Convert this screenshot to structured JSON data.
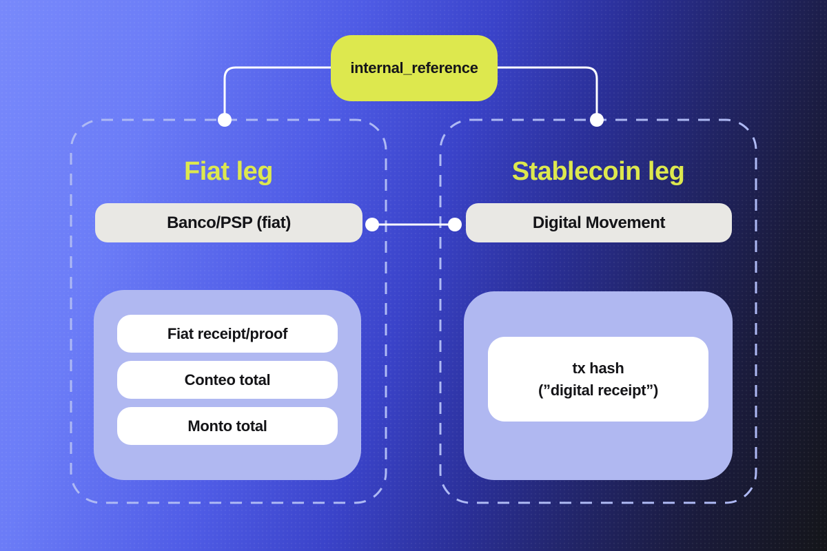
{
  "colors": {
    "accent_yellow": "#dde84e",
    "background_left": "#7889fb",
    "background_right": "#141519",
    "panel_fill_purple": "#b0b8f1",
    "bar_fill_gray": "#e9e8e4",
    "card_fill_white": "#ffffff",
    "dashed_border": "#aeb9f4",
    "connector_white": "#ffffff",
    "text_dark": "#141417"
  },
  "root_node": {
    "label": "internal_reference"
  },
  "fiat_leg": {
    "title": "Fiat leg",
    "bar_label": "Banco/PSP (fiat)",
    "items": [
      {
        "label": "Fiat receipt/proof"
      },
      {
        "label": "Conteo total"
      },
      {
        "label": "Monto total"
      }
    ]
  },
  "stablecoin_leg": {
    "title": "Stablecoin leg",
    "bar_label": "Digital Movement",
    "note": {
      "line1": "tx hash",
      "line2": "(”digital receipt”)"
    }
  }
}
